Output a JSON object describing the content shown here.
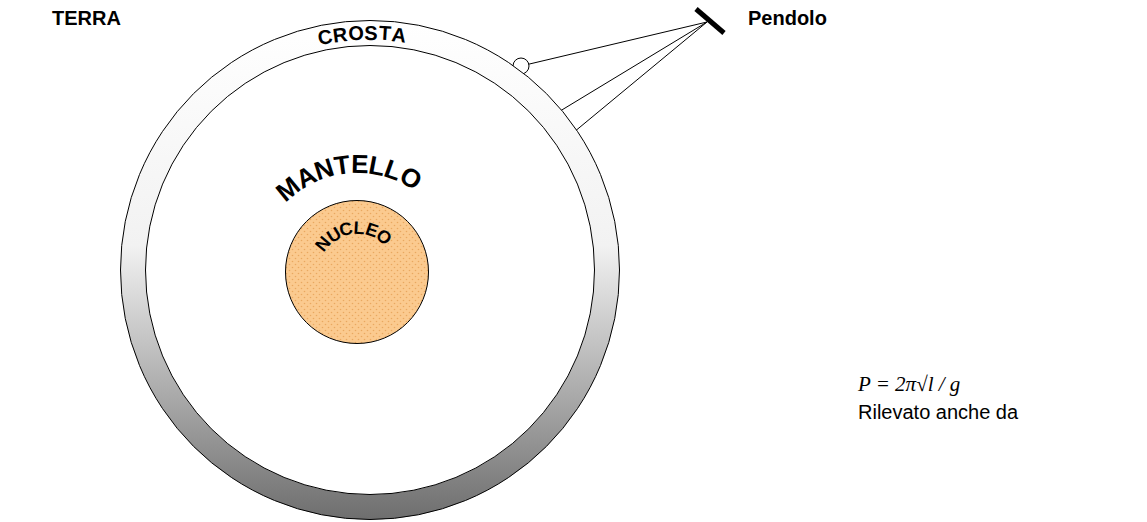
{
  "diagram": {
    "nodes": [
      {
        "text": [
          "CROSTA"
        ]
      },
      {
        "text": [
          "MANTELLO"
        ],
        "in": 0
      },
      {
        "text": [
          "NUCLEO"
        ],
        "in": 1
      }
    ],
    "labels": [
      "TERRA",
      "Pendolo",
      "P = 2π√l / g",
      "Rilevato anche da"
    ]
  }
}
